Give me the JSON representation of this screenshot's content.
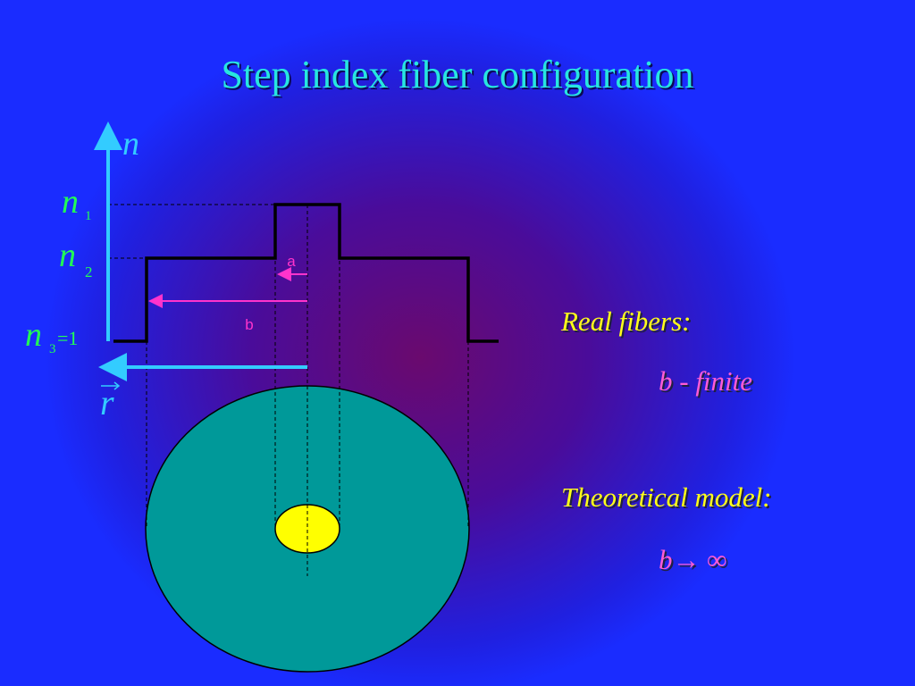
{
  "slide": {
    "title": "Step index fiber configuration"
  },
  "diagram": {
    "y_axis_symbol": "n",
    "r_axis_symbol": "r",
    "level_n1": {
      "symbol": "n",
      "subscript": "1",
      "suffix": ""
    },
    "level_n2": {
      "symbol": "n",
      "subscript": "2",
      "suffix": ""
    },
    "level_n3": {
      "symbol": "n",
      "subscript": "3",
      "suffix": "=1"
    },
    "core_radius_label": "a",
    "cladding_radius_label": "b",
    "colors": {
      "axis": "#33ccff",
      "symbols": "#22ff55",
      "profile": "#000000",
      "arrows": "#ff33cc",
      "cladding": "#009999",
      "core": "#ffff00"
    }
  },
  "notes": {
    "real_heading": "Real fibers:",
    "real_value": "b - finite",
    "theory_heading": "Theoretical model:",
    "theory_value": "b→ ∞"
  }
}
